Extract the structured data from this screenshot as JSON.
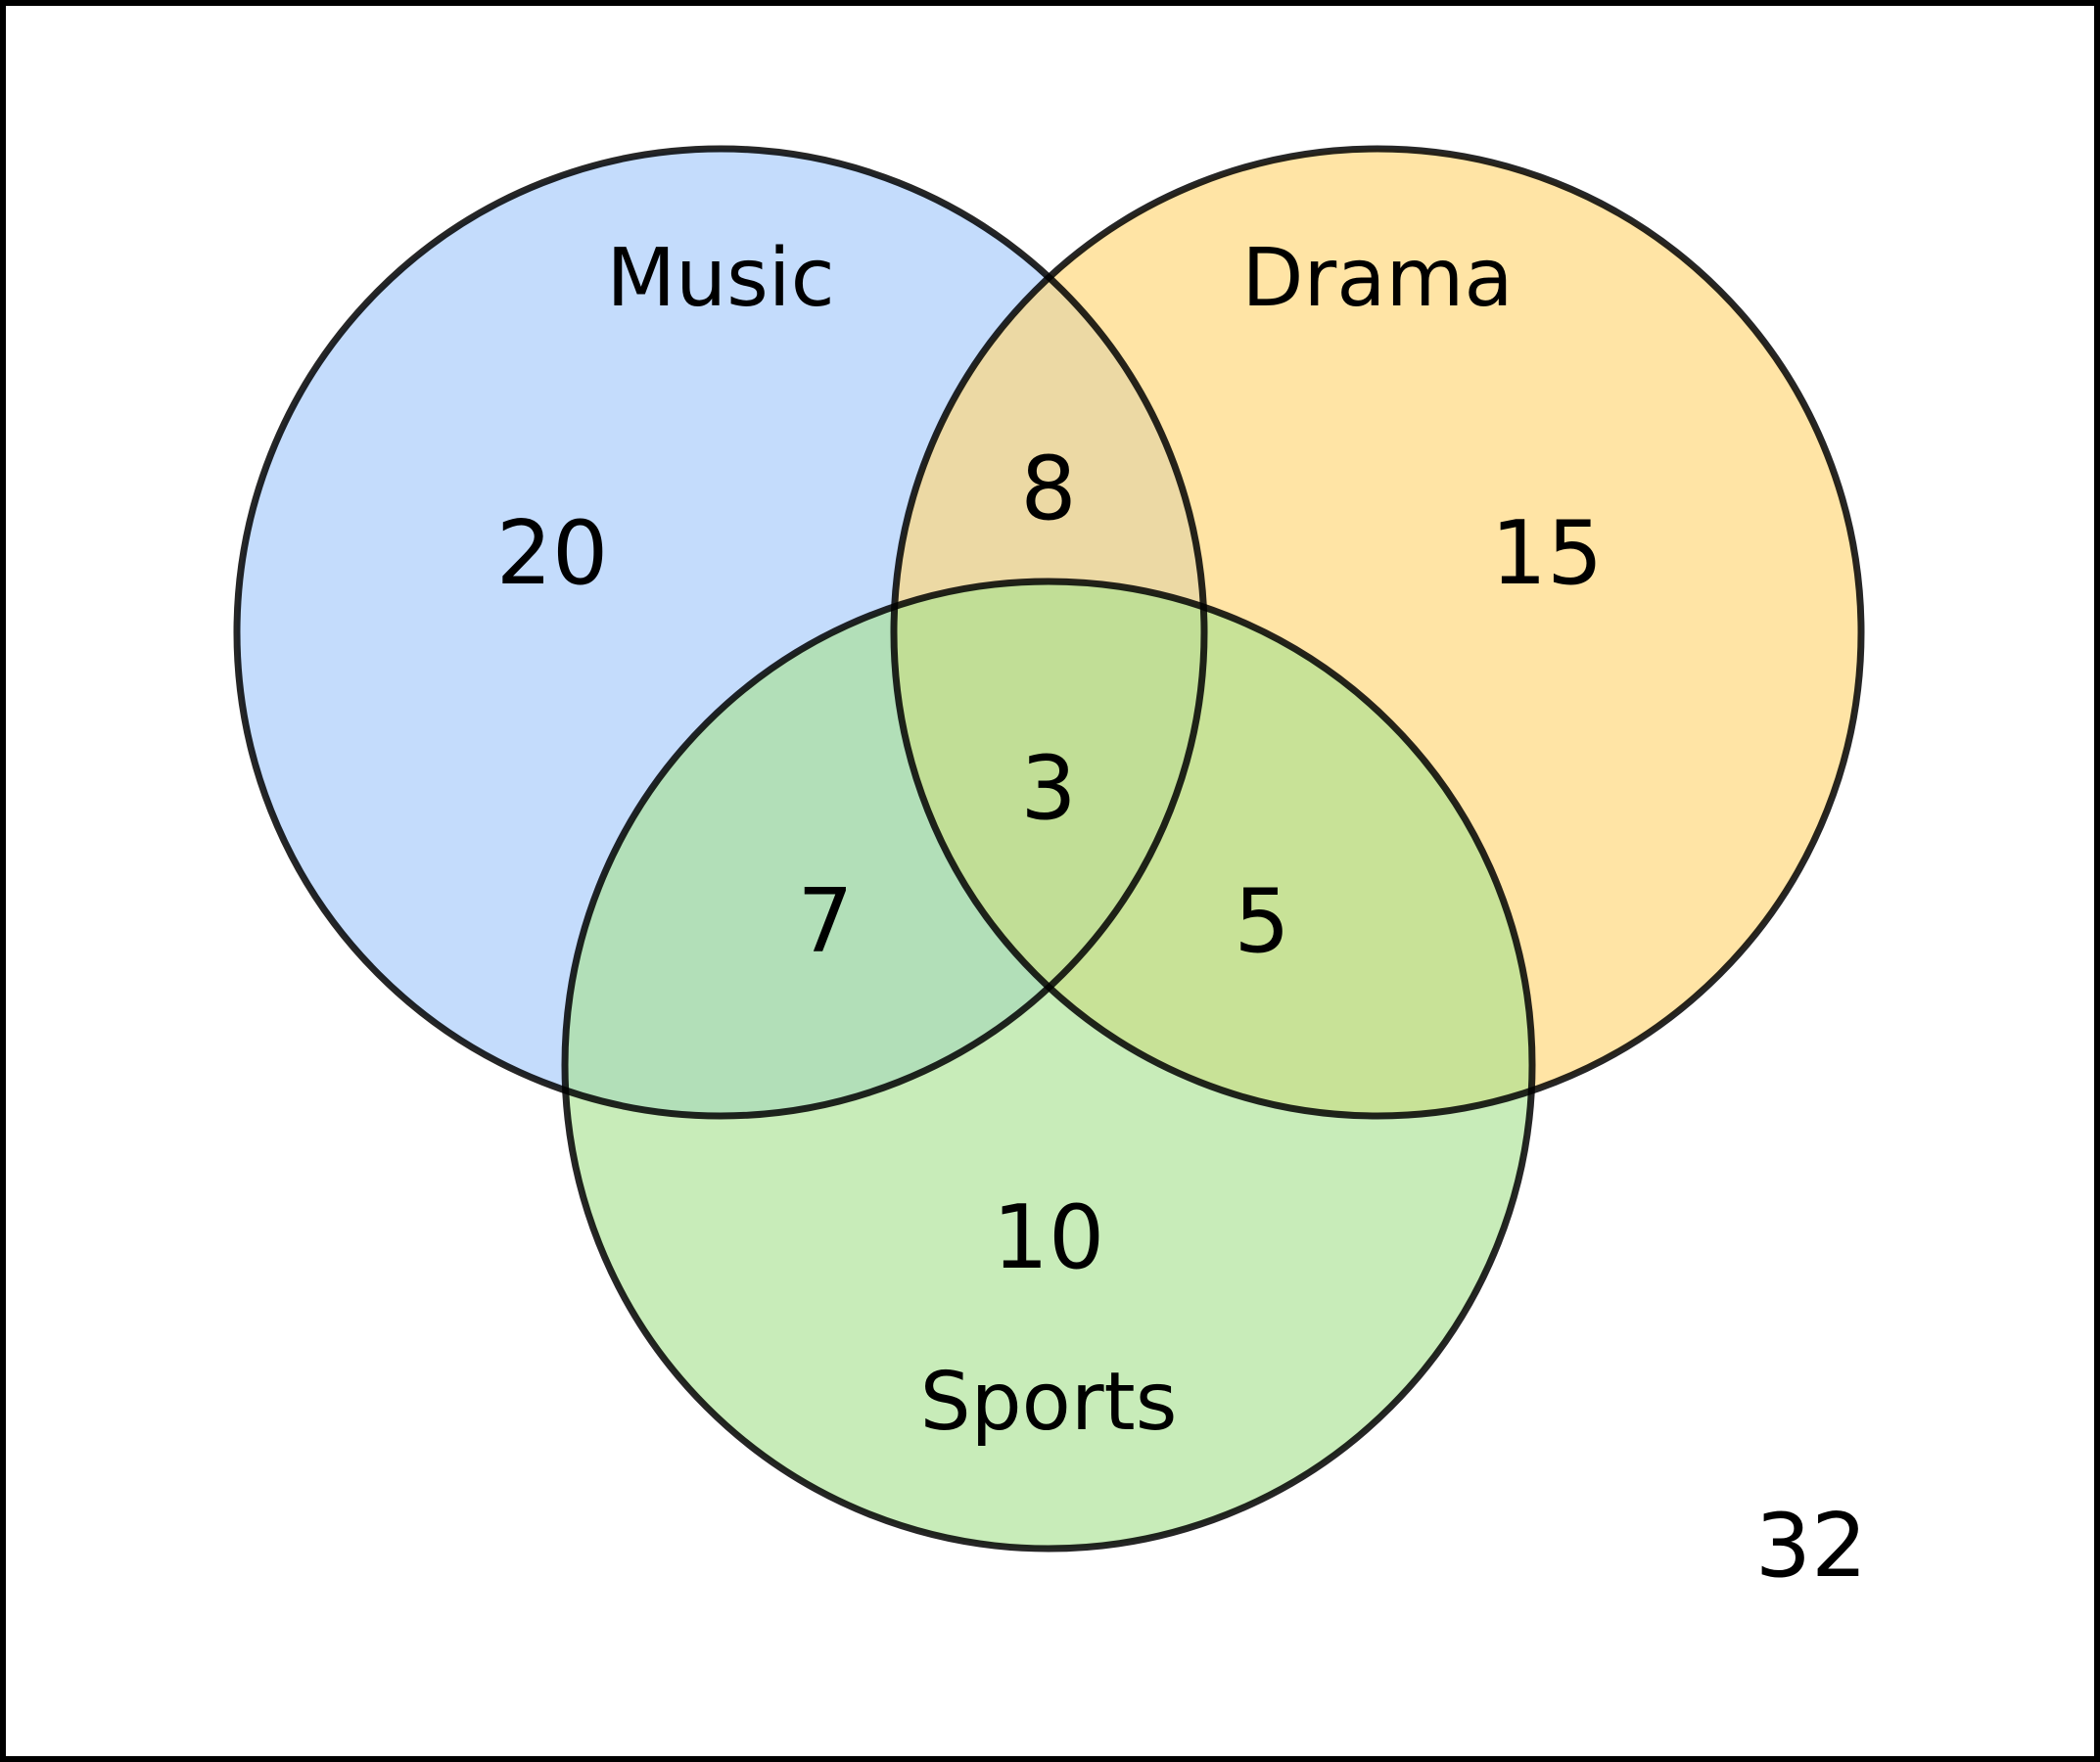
{
  "sets": [
    {
      "id": "music",
      "label": "Music",
      "fill": "#a8ccfb"
    },
    {
      "id": "drama",
      "label": "Drama",
      "fill": "#ffd77a"
    },
    {
      "id": "sports",
      "label": "Sports",
      "fill": "#a6e18e"
    }
  ],
  "regions": {
    "music_only": "20",
    "drama_only": "15",
    "sports_only": "10",
    "music_drama": "8",
    "music_sports": "7",
    "drama_sports": "5",
    "all_three": "3",
    "outside": "32"
  },
  "style": {
    "outline": "#000000",
    "background": "#ffffff"
  }
}
